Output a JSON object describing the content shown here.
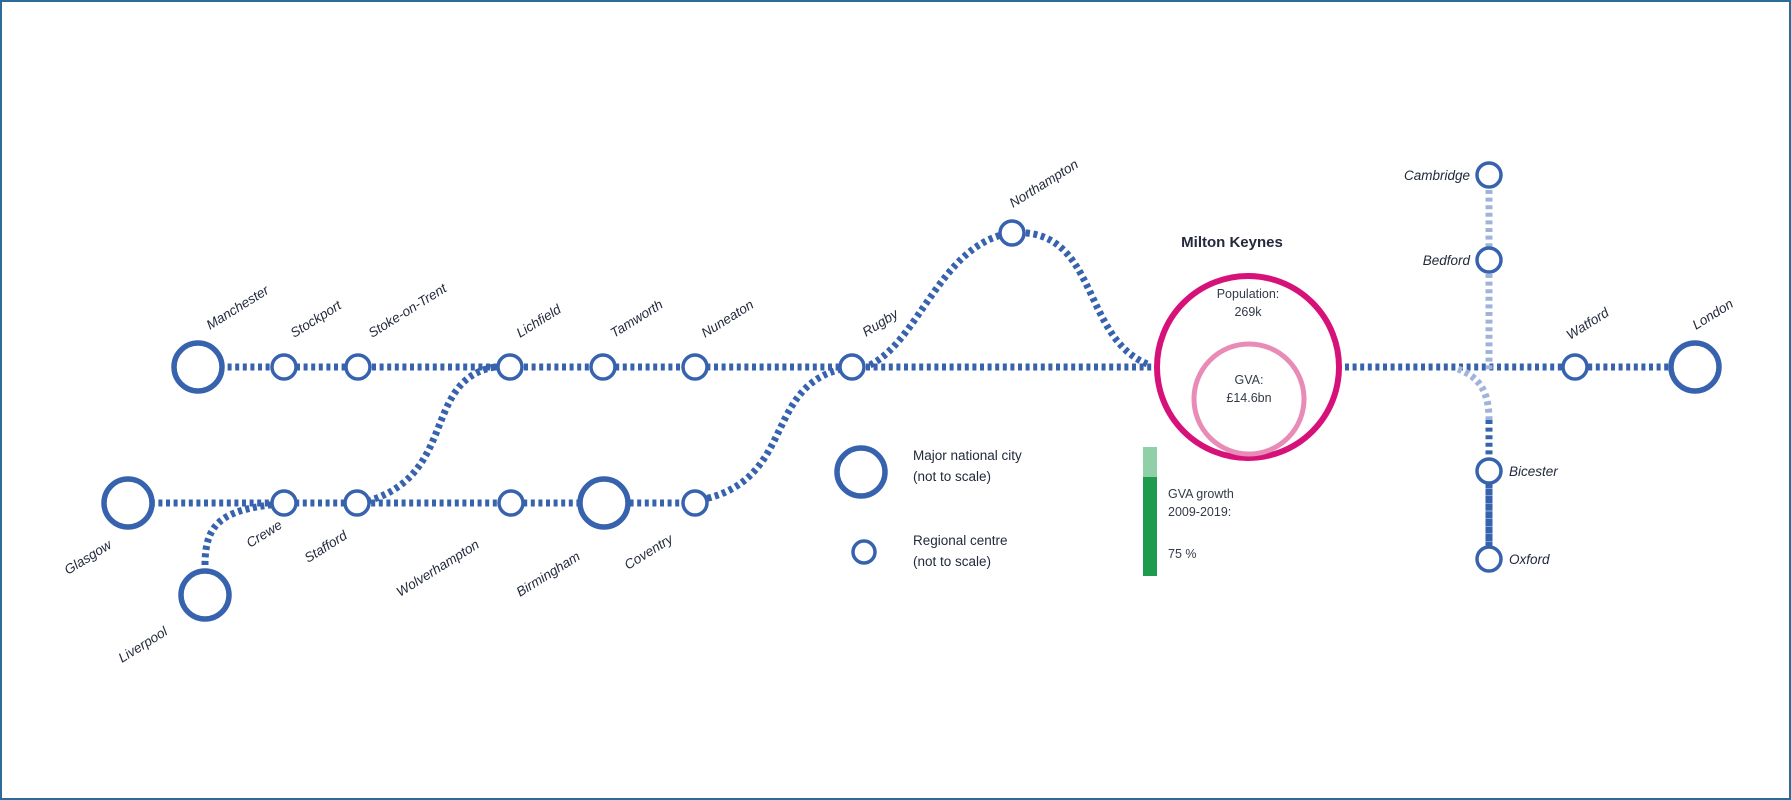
{
  "title": "Milton Keynes",
  "colors": {
    "track": "#3762ad",
    "track_light": "#9fb4da",
    "population_ring": "#d6127a",
    "gva_ring": "#e98bb7",
    "growth_bar": "#1e9b4f",
    "growth_bar_top": "#8fd0a8",
    "frame": "#2d6c97"
  },
  "stations": {
    "manchester": "Manchester",
    "stockport": "Stockport",
    "stoke": "Stoke-on-Trent",
    "lichfield": "Lichfield",
    "tamworth": "Tamworth",
    "nuneaton": "Nuneaton",
    "rugby": "Rugby",
    "northampton": "Northampton",
    "glasgow": "Glasgow",
    "liverpool": "Liverpool",
    "crewe": "Crewe",
    "stafford": "Stafford",
    "wolverhampton": "Wolverhampton",
    "birmingham": "Birmingham",
    "coventry": "Coventry",
    "cambridge": "Cambridge",
    "bedford": "Bedford",
    "bicester": "Bicester",
    "oxford": "Oxford",
    "watford": "Watford",
    "london": "London"
  },
  "milton_keynes": {
    "population_label": "Population:",
    "population_value": "269k",
    "gva_label": "GVA:",
    "gva_value": "£14.6bn",
    "growth_label_1": "GVA growth",
    "growth_label_2": "2009-2019:",
    "growth_value": "75 %"
  },
  "legend": {
    "major_line1": "Major national city",
    "major_line2": "(not to scale)",
    "regional_line1": "Regional centre",
    "regional_line2": "(not to scale)"
  }
}
